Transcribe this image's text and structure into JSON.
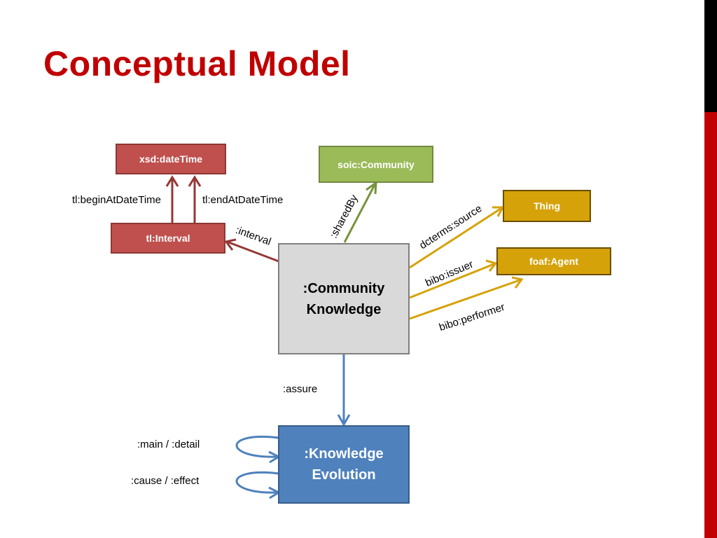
{
  "slide": {
    "title": "Conceptual Model"
  },
  "nodes": {
    "xsd_datetime": "xsd:dateTime",
    "tl_interval": "tl:Interval",
    "soic_community": "soic:Community",
    "thing": "Thing",
    "foaf_agent": "foaf:Agent",
    "community_knowledge": ":Community\nKnowledge",
    "knowledge_evolution": ":Knowledge\nEvolution"
  },
  "edges": {
    "begin": "tl:beginAtDateTime",
    "end": "tl:endAtDateTime",
    "interval": ":interval",
    "shared_by": ":sharedBy",
    "source": "dcterms:source",
    "issuer": "bibo:issuer",
    "performer": "bibo:performer",
    "assure": ":assure",
    "main_detail": ":main / :detail",
    "cause_effect": ":cause / :effect"
  },
  "colors": {
    "title": "#c00000",
    "red_node": "#c0504d",
    "green_node": "#9bbb59",
    "gold_node": "#d6a20a",
    "grey_node": "#d9d9d9",
    "blue_node": "#4f81bd",
    "red_edge": "#953735",
    "green_edge": "#77933c",
    "gold_edge": "#d6a20a",
    "blue_edge": "#4f81bd"
  }
}
